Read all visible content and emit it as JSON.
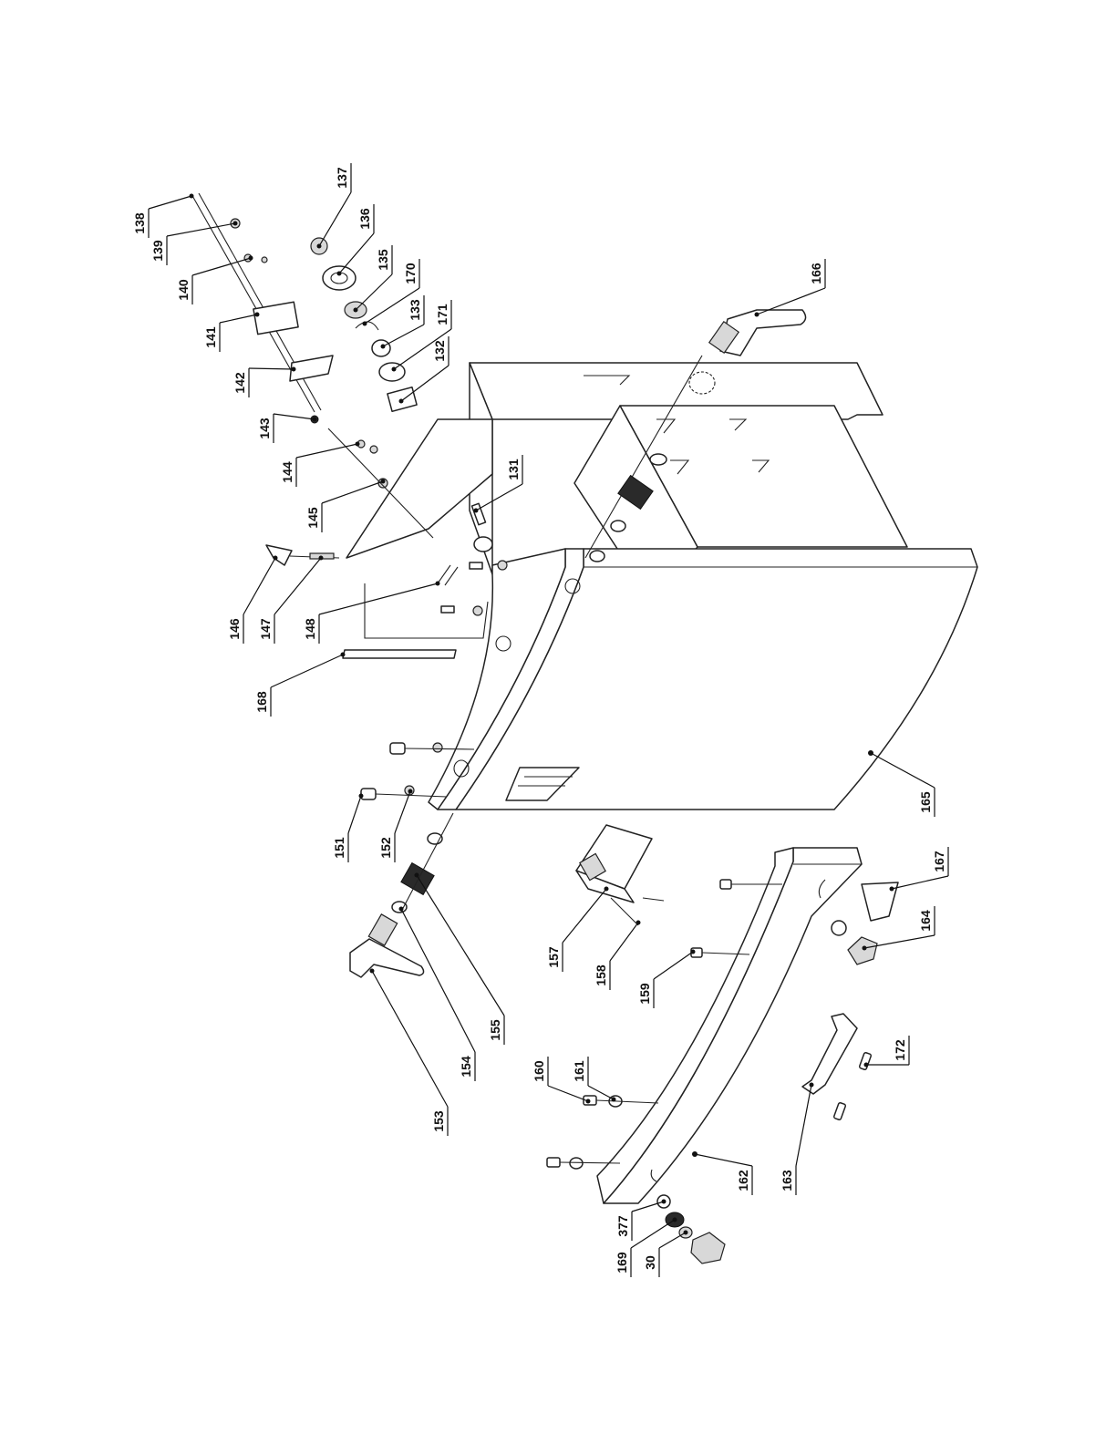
{
  "labels": {
    "p30": "30",
    "p131": "131",
    "p132": "132",
    "p133": "133",
    "p135": "135",
    "p136": "136",
    "p137": "137",
    "p138": "138",
    "p139": "139",
    "p140": "140",
    "p141": "141",
    "p142": "142",
    "p143": "143",
    "p144": "144",
    "p145": "145",
    "p146": "146",
    "p147": "147",
    "p148": "148",
    "p151": "151",
    "p152": "152",
    "p153": "153",
    "p154": "154",
    "p155": "155",
    "p157": "157",
    "p158": "158",
    "p159": "159",
    "p160": "160",
    "p161": "161",
    "p162": "162",
    "p163": "163",
    "p164": "164",
    "p165": "165",
    "p166": "166",
    "p167": "167",
    "p168": "168",
    "p169": "169",
    "p170": "170",
    "p171": "171",
    "p172": "172",
    "p377": "377"
  }
}
